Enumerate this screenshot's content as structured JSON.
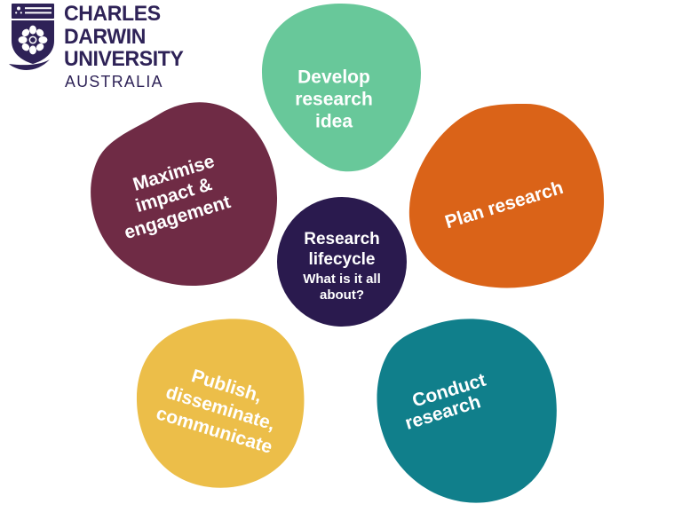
{
  "logo": {
    "line1": "CHARLES",
    "line2": "DARWIN",
    "line3": "UNIVERSITY",
    "country": "AUSTRALIA",
    "mark_icon": "cdu-shield-crest-icon",
    "color": "#2E2257"
  },
  "diagram": {
    "type": "flower-cycle",
    "hub": {
      "title_line1": "Research",
      "title_line2": "lifecycle",
      "subtitle_line1": "What is it all",
      "subtitle_line2": "about?",
      "color": "#2A1A4E",
      "text_color": "#FFFFFF"
    },
    "petals": [
      {
        "id": "develop-research-idea",
        "lines": [
          "Develop",
          "research",
          "idea"
        ],
        "color": "#68C89A",
        "rotation": 0,
        "position": "top"
      },
      {
        "id": "plan-research",
        "lines": [
          "Plan research"
        ],
        "color": "#DA6318",
        "rotation": -17,
        "position": "top-right"
      },
      {
        "id": "conduct-research",
        "lines": [
          "Conduct",
          "research"
        ],
        "color": "#107F8B",
        "rotation": -17,
        "position": "bottom-right"
      },
      {
        "id": "publish-disseminate-communicate",
        "lines": [
          "Publish,",
          "disseminate,",
          "communicate"
        ],
        "color": "#ECBE49",
        "rotation": 17,
        "position": "bottom-left"
      },
      {
        "id": "maximise-impact-engagement",
        "lines": [
          "Maximise",
          "impact &",
          "engagement"
        ],
        "color": "#6F2B45",
        "rotation": -17,
        "position": "top-left"
      }
    ]
  },
  "background_color": "#FFFFFF"
}
